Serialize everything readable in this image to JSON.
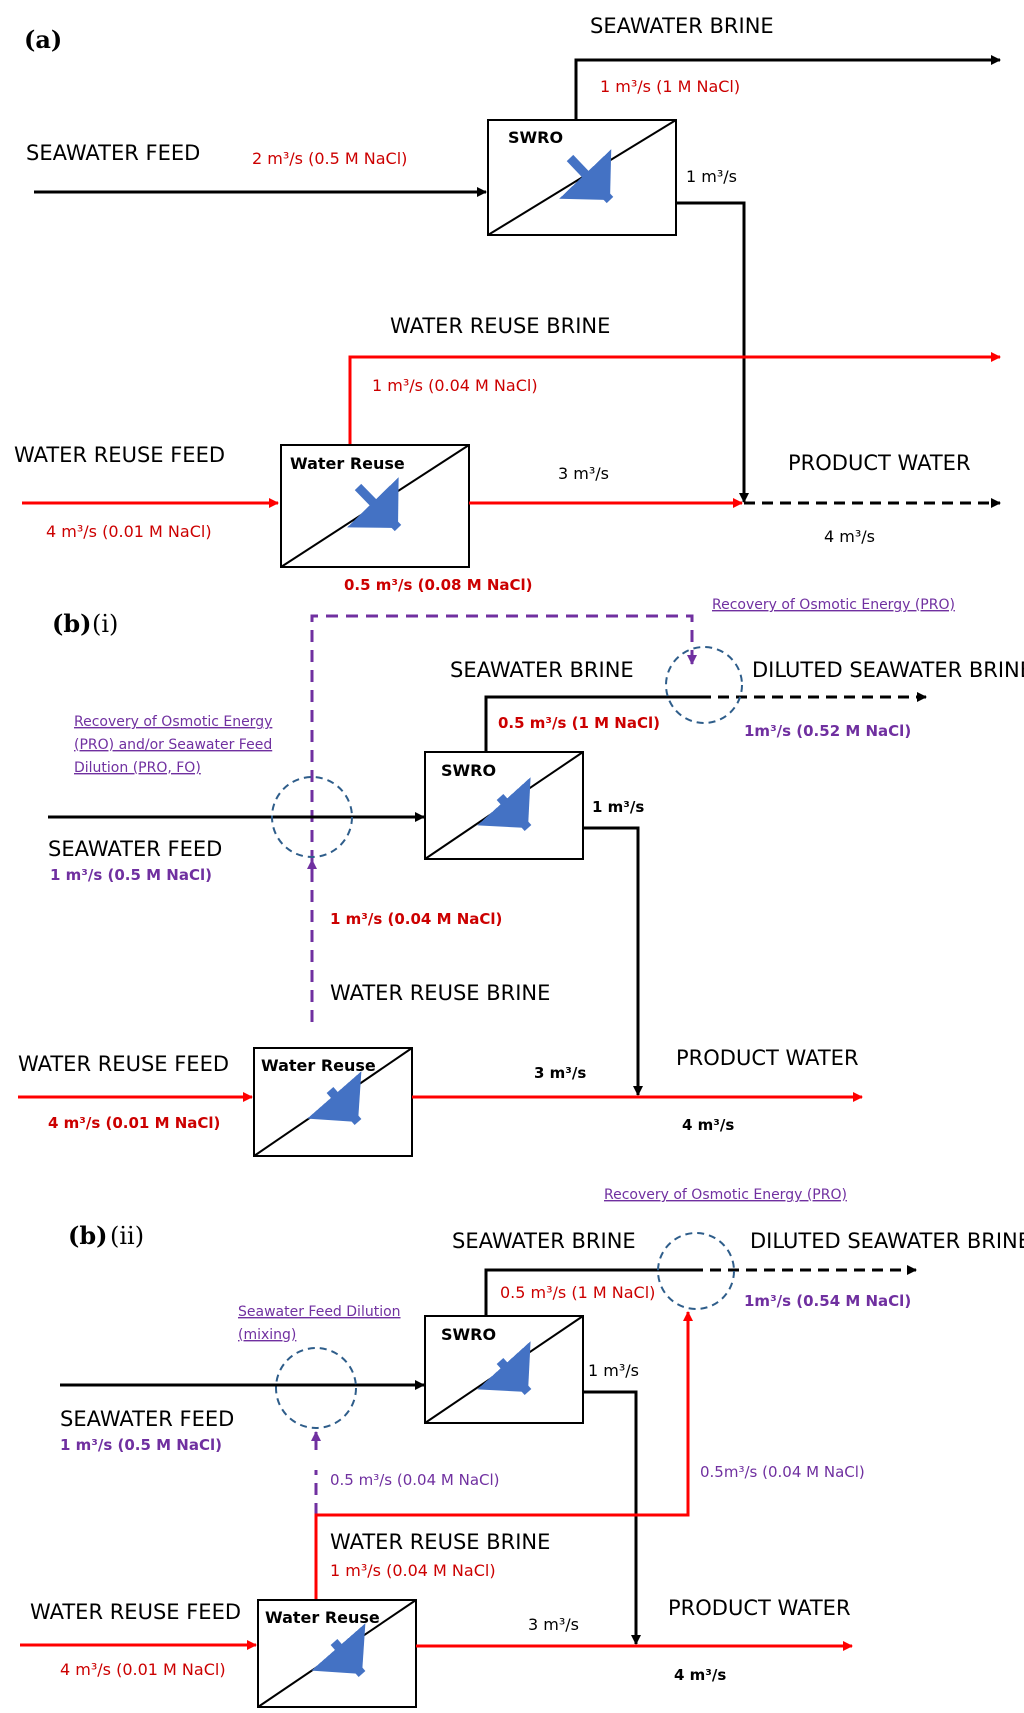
{
  "colors": {
    "black_flow": "#000000",
    "red_flow": "#ff0000",
    "purple_flow": "#7030a0",
    "membrane_arrow": "#4472c4",
    "circle": "#2e5d8a"
  },
  "panel_a": {
    "label": "(a)",
    "seawater_brine": "SEAWATER BRINE",
    "seawater_brine_flow": "1 m³/s (1 M NaCl)",
    "seawater_feed": "SEAWATER FEED",
    "seawater_feed_flow": "2 m³/s (0.5 M NaCl)",
    "swro": "SWRO",
    "swro_permeate": "1 m³/s",
    "water_reuse_brine": "WATER REUSE BRINE",
    "water_reuse_brine_flow": "1 m³/s (0.04 M NaCl)",
    "water_reuse_feed": "WATER REUSE FEED",
    "water_reuse_feed_flow": "4 m³/s (0.01 M NaCl)",
    "water_reuse": "Water Reuse",
    "reuse_permeate": "3 m³/s",
    "product_water": "PRODUCT WATER",
    "product_flow": "4 m³/s",
    "bottom_note": "0.5 m³/s (0.08 M NaCl)"
  },
  "panel_b1": {
    "label_bold": "(b)",
    "label_roman": "(i)",
    "pro_recovery": "Recovery of Osmotic Energy  (PRO)",
    "seawater_brine": "SEAWATER BRINE",
    "diluted_brine": "DILUTED SEAWATER BRINE",
    "brine_flow": "0.5 m³/s (1 M NaCl)",
    "diluted_flow": "1m³/s (0.52 M NaCl)",
    "ann_line1": "Recovery of Osmotic Energy",
    "ann_line2": "(PRO) and/or Seawater Feed",
    "ann_line3": "Dilution (PRO, FO)",
    "swro": "SWRO",
    "swro_permeate": "1 m³/s",
    "seawater_feed": "SEAWATER FEED",
    "seawater_feed_flow": "1 m³/s (0.5 M NaCl)",
    "reuse_brine_flow": "1 m³/s (0.04 M NaCl)",
    "water_reuse_brine": "WATER REUSE BRINE",
    "water_reuse_feed": "WATER REUSE FEED",
    "water_reuse_feed_flow": "4 m³/s (0.01 M NaCl)",
    "water_reuse": "Water Reuse",
    "reuse_permeate": "3 m³/s",
    "product_water": "PRODUCT WATER",
    "product_flow": "4 m³/s"
  },
  "panel_b2": {
    "label_bold": "(b)",
    "label_roman": "(ii)",
    "pro_recovery": "Recovery of Osmotic Energy  (PRO)",
    "seawater_brine": "SEAWATER BRINE",
    "diluted_brine": "DILUTED SEAWATER BRINE",
    "brine_flow": "0.5 m³/s (1 M NaCl)",
    "diluted_flow": "1m³/s (0.54 M NaCl)",
    "ann_line1": "Seawater Feed Dilution",
    "ann_line2": "(mixing)",
    "swro": "SWRO",
    "swro_permeate": "1 m³/s",
    "seawater_feed": "SEAWATER FEED",
    "seawater_feed_flow": "1 m³/s (0.5 M NaCl)",
    "split_flow_left": "0.5 m³/s (0.04 M NaCl)",
    "split_flow_right": "0.5m³/s (0.04 M NaCl)",
    "water_reuse_brine": "WATER REUSE BRINE",
    "reuse_brine_flow": "1 m³/s (0.04 M NaCl)",
    "water_reuse_feed": "WATER REUSE FEED",
    "water_reuse_feed_flow": "4 m³/s (0.01 M NaCl)",
    "water_reuse": "Water Reuse",
    "reuse_permeate": "3 m³/s",
    "product_water": "PRODUCT WATER",
    "product_flow": "4 m³/s"
  }
}
